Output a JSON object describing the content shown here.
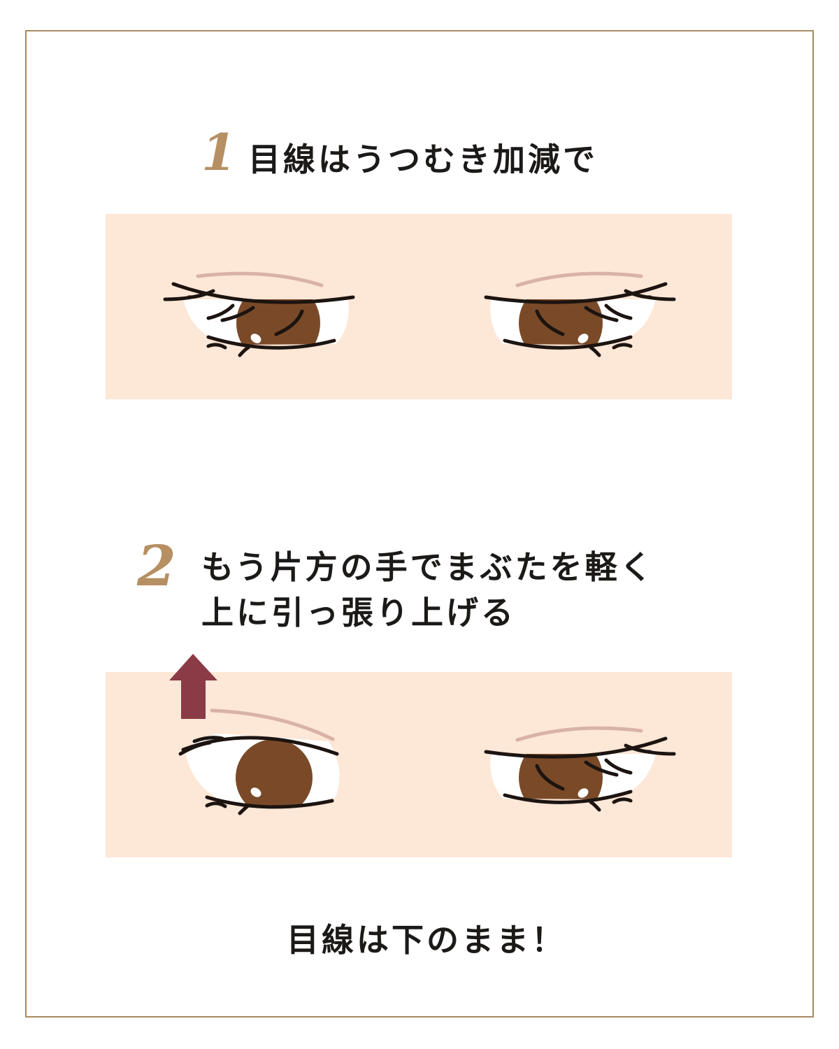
{
  "step1": {
    "number": "1",
    "title": "目線はうつむき加減で"
  },
  "step2": {
    "number": "2",
    "title_line1": "もう片方の手でまぶたを軽く",
    "title_line2": "上に引っ張り上げる"
  },
  "note": "目線は下のまま！",
  "colors": {
    "frame": "#a88b62",
    "panel": "#fde7d7",
    "iris": "#7a4a28",
    "brow": "#d8b3a5",
    "arrow": "#8b3b46",
    "number": "#b68f62"
  }
}
